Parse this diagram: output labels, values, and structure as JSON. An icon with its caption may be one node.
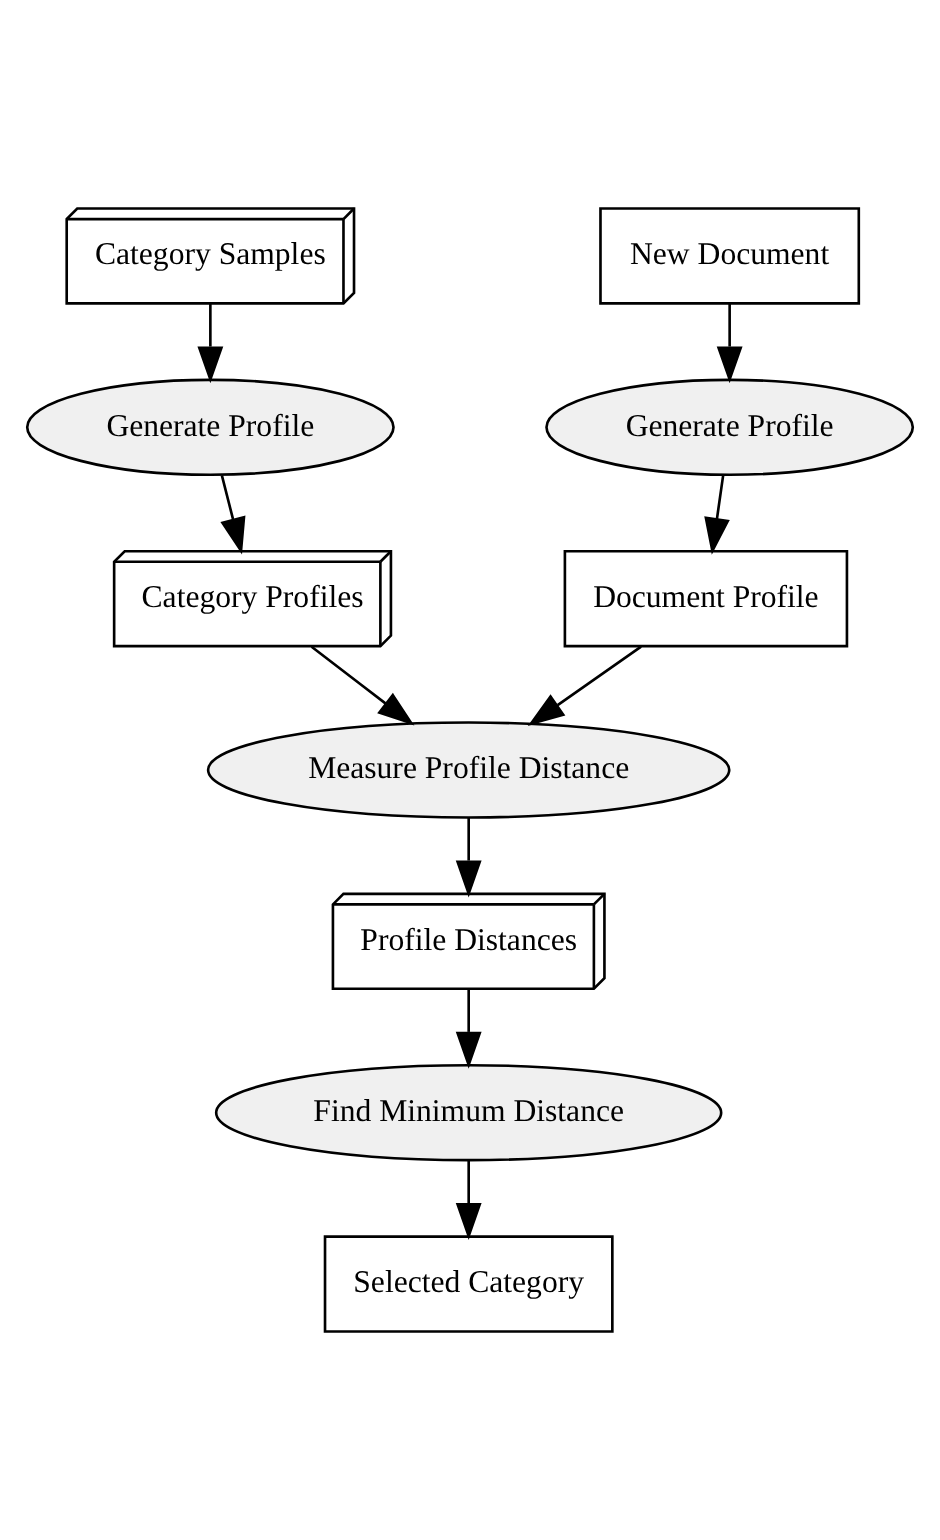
{
  "diagram": {
    "nodes": [
      {
        "text": [
          "Category Samples"
        ]
      },
      {
        "text": [
          "Generate Profile"
        ]
      },
      {
        "text": [
          "Category Profiles"
        ]
      },
      {
        "text": [
          "New Document"
        ]
      },
      {
        "text": [
          "Generate Profile"
        ]
      },
      {
        "text": [
          "Document Profile"
        ]
      },
      {
        "text": [
          "Measure Profile Distance"
        ]
      },
      {
        "text": [
          "Profile Distances"
        ]
      },
      {
        "text": [
          "Find Minimum Distance"
        ]
      },
      {
        "text": [
          "Selected Category"
        ]
      }
    ],
    "edges": [
      {
        "from": 0,
        "to": 1,
        "arrow": "to"
      },
      {
        "from": 1,
        "to": 2,
        "arrow": "to"
      },
      {
        "from": 3,
        "to": 4,
        "arrow": "to"
      },
      {
        "from": 4,
        "to": 5,
        "arrow": "to"
      },
      {
        "from": 2,
        "to": 6,
        "arrow": "to"
      },
      {
        "from": 5,
        "to": 6,
        "arrow": "to"
      },
      {
        "from": 6,
        "to": 7,
        "arrow": "to"
      },
      {
        "from": 7,
        "to": 8,
        "arrow": "to"
      },
      {
        "from": 8,
        "to": 9,
        "arrow": "to"
      }
    ]
  }
}
